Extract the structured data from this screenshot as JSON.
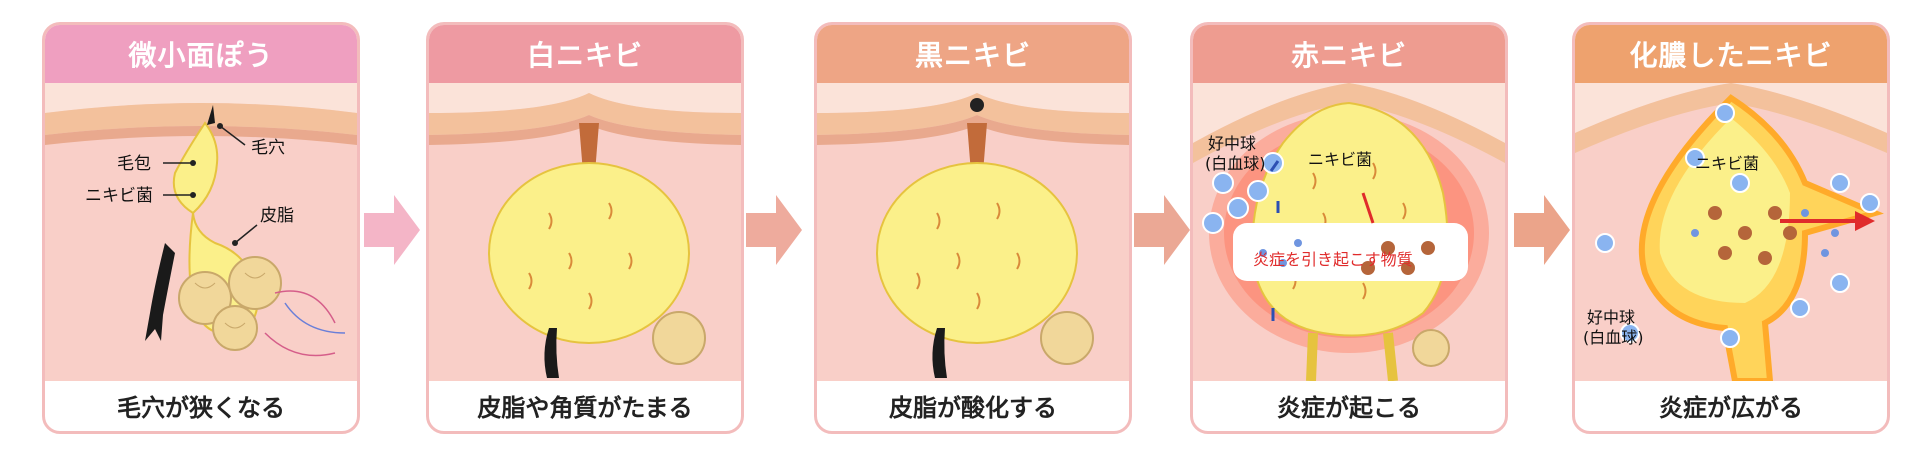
{
  "colors": {
    "pink_header": "#ee9cbd",
    "salmon_header": "#ee9a8e",
    "orange_header": "#ec9f6c",
    "skin": "#f8c9c3",
    "sebum": "#fbf08a"
  },
  "panels": [
    {
      "title": "微小面ぽう",
      "caption": "毛穴が狭くなる",
      "labels": {
        "pore": "毛穴",
        "follicle": "毛包",
        "bacteria": "ニキビ菌",
        "sebaceous": "皮脂"
      }
    },
    {
      "title": "白ニキビ",
      "caption": "皮脂や角質がたまる"
    },
    {
      "title": "黒ニキビ",
      "caption": "皮脂が酸化する"
    },
    {
      "title": "赤ニキビ",
      "caption": "炎症が起こる",
      "labels": {
        "wbc": "好中球",
        "wbc_sub": "(白血球)",
        "bacteria": "ニキビ菌",
        "substance": "炎症を引き起こす物質"
      }
    },
    {
      "title": "化膿したニキビ",
      "caption": "炎症が広がる",
      "labels": {
        "bacteria": "ニキビ菌",
        "wbc": "好中球",
        "wbc_sub": "(白血球)"
      }
    }
  ]
}
